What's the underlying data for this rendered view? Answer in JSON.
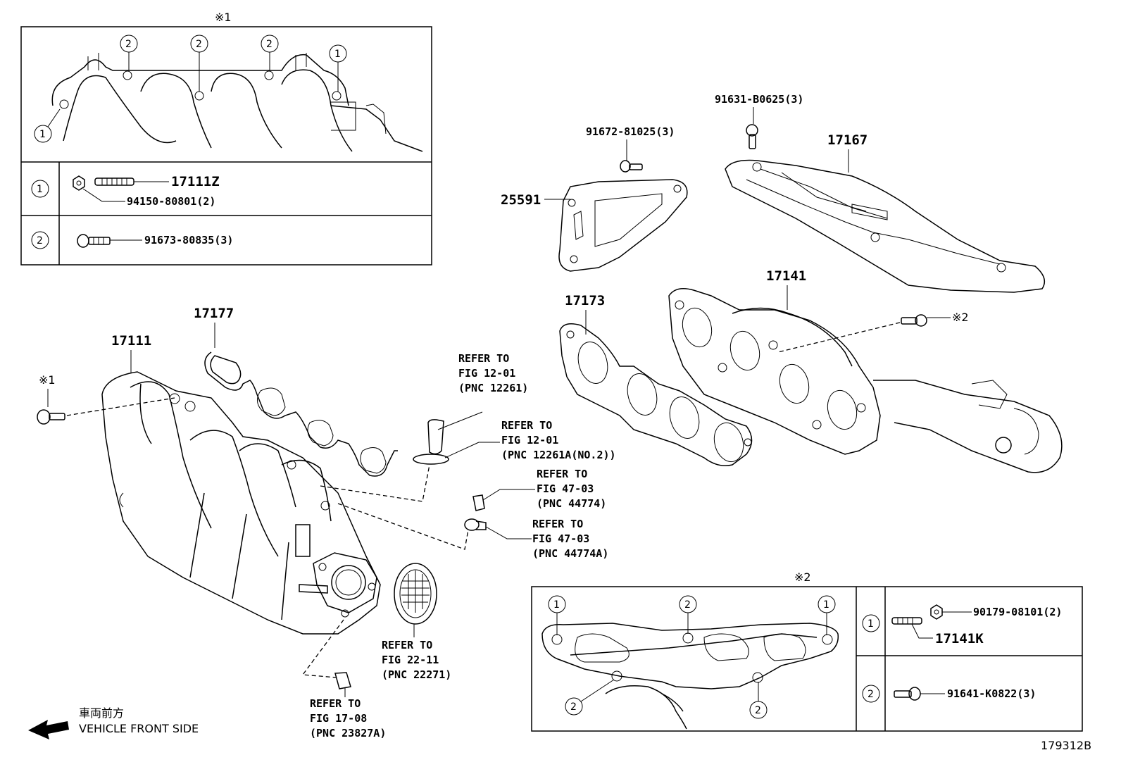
{
  "marks": {
    "m1": "※1",
    "m2": "※2"
  },
  "circled": {
    "one": "1",
    "two": "2"
  },
  "inset1": {
    "rows": [
      {
        "ref": "1",
        "parts": [
          "17111Z",
          "94150-80801(2)"
        ]
      },
      {
        "ref": "2",
        "parts": [
          "91673-80835(3)"
        ]
      }
    ]
  },
  "inset2": {
    "rows": [
      {
        "ref": "1",
        "parts": [
          "90179-08101(2)",
          "17141K"
        ]
      },
      {
        "ref": "2",
        "parts": [
          "91641-K0822(3)"
        ]
      }
    ]
  },
  "parts": {
    "p17111": "17111",
    "p17177": "17177",
    "p25591": "25591",
    "p17167": "17167",
    "p17173": "17173",
    "p17141": "17141",
    "p91672": "91672-81025(3)",
    "p91631": "91631-B0625(3)"
  },
  "refers": [
    {
      "l1": "REFER TO",
      "l2": "FIG 12-01",
      "l3": "(PNC 12261)"
    },
    {
      "l1": "REFER TO",
      "l2": "FIG 12-01",
      "l3": "(PNC 12261A(NO.2))"
    },
    {
      "l1": "REFER TO",
      "l2": "FIG 47-03",
      "l3": "(PNC 44774)"
    },
    {
      "l1": "REFER TO",
      "l2": "FIG 47-03",
      "l3": "(PNC 44774A)"
    },
    {
      "l1": "REFER TO",
      "l2": "FIG 22-11",
      "l3": "(PNC 22271)"
    },
    {
      "l1": "REFER TO",
      "l2": "FIG 17-08",
      "l3": "(PNC 23827A)"
    }
  ],
  "front": {
    "jp": "車両前方",
    "en": "VEHICLE FRONT SIDE"
  },
  "figure_id": "179312B"
}
